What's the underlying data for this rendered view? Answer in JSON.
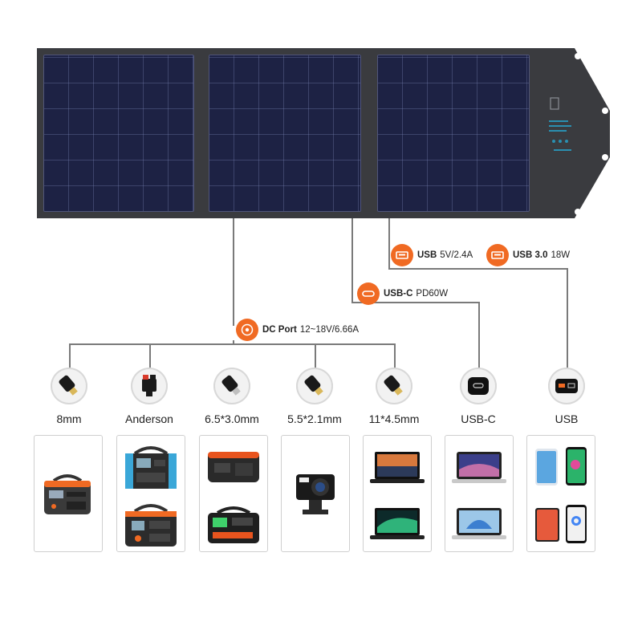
{
  "badges": {
    "usb": {
      "name": "USB",
      "spec": "5V/2.4A"
    },
    "usb3": {
      "name": "USB 3.0",
      "spec": "18W"
    },
    "usbc": {
      "name": "USB-C",
      "spec": "PD60W"
    },
    "dc": {
      "name": "DC Port",
      "spec": "12~18V/6.66A"
    }
  },
  "connectors": [
    {
      "label": "8mm"
    },
    {
      "label": "Anderson"
    },
    {
      "label": "6.5*3.0mm"
    },
    {
      "label": "5.5*2.1mm"
    },
    {
      "label": "11*4.5mm"
    },
    {
      "label": "USB-C"
    },
    {
      "label": "USB"
    }
  ],
  "devices": [
    {
      "group": "8mm",
      "items": [
        "power-station"
      ]
    },
    {
      "group": "Anderson",
      "items": [
        "power-station",
        "power-station"
      ]
    },
    {
      "group": "6.5*3.0mm",
      "items": [
        "power-station",
        "power-station"
      ]
    },
    {
      "group": "5.5*2.1mm",
      "items": [
        "action-camera"
      ]
    },
    {
      "group": "11*4.5mm",
      "items": [
        "laptop",
        "laptop"
      ]
    },
    {
      "group": "USB-C",
      "items": [
        "laptop",
        "laptop"
      ]
    },
    {
      "group": "USB",
      "items": [
        "phones",
        "phones"
      ]
    }
  ],
  "colors": {
    "accent": "#f06a23",
    "panel_frame": "#3a3b3f",
    "cell": "#1d2244",
    "line": "#7a7a7a"
  }
}
